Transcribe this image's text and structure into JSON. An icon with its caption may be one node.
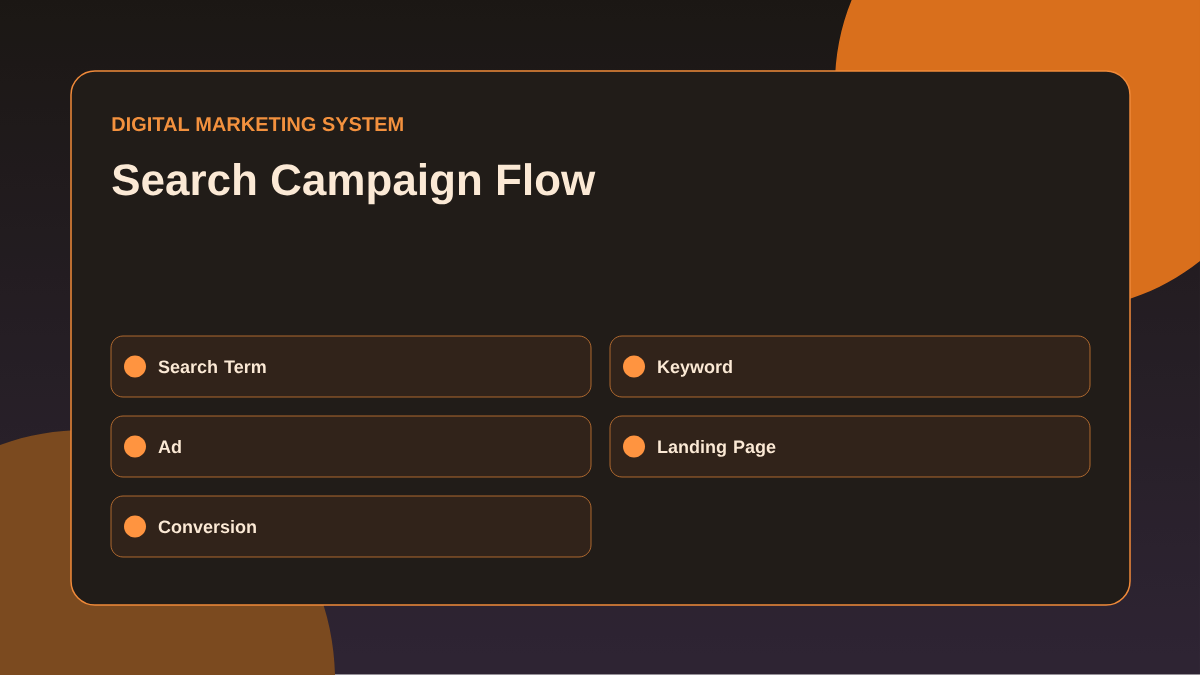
{
  "diagram": {
    "title": "Search Campaign Flow",
    "nodes": [
      {
        "text": [
          "Search Term"
        ]
      },
      {
        "text": [
          "Keyword"
        ]
      },
      {
        "text": [
          "Ad"
        ]
      },
      {
        "text": [
          "Landing Page"
        ]
      },
      {
        "text": [
          "Conversion"
        ]
      }
    ],
    "labels": [
      "DIGITAL MARKETING SYSTEM"
    ]
  }
}
